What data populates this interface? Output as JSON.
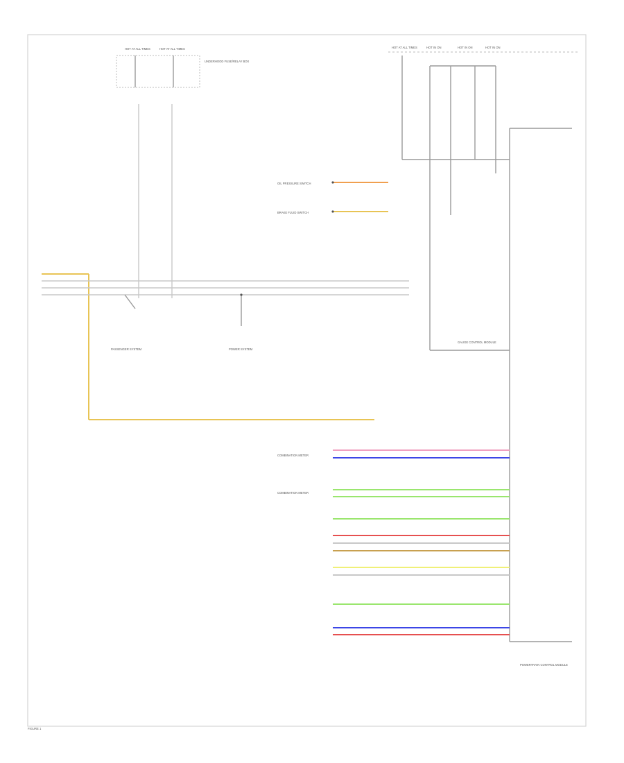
{
  "labels": {
    "fuse_a1": "HOT AT ALL TIMES",
    "fuse_a2": "HOT AT ALL TIMES",
    "fuse_junction": "UNDERHOOD FUSE/RELAY BOX",
    "fuse_b1": "HOT AT ALL TIMES",
    "fuse_b2": "HOT IN ON",
    "fuse_b3": "HOT IN ON",
    "fuse_b4": "HOT IN ON",
    "ecm_head": "POWERTRAIN CONTROL MODULE",
    "gauge_ctrl": "GAUGE CONTROL MODULE",
    "left_sys": "PASSENGER SYSTEM",
    "right_sys": "POWER SYSTEM",
    "sw_a": "OIL PRESSURE SWITCH",
    "sw_b": "BRAKE FLUID SWITCH",
    "combo1": "COMBINATION METER",
    "combo2": "COMBINATION METER",
    "ecu_ground": "FIGURE 1"
  },
  "colors": {
    "yellow": "#e8c455",
    "orange": "#f0a050",
    "pink": "#f0a0c0",
    "blue": "#3c46e6",
    "green": "#9ae66e",
    "red": "#e65050",
    "tan": "#c8a050",
    "lightyellow": "#f0f078",
    "wire": "#c8c8c8"
  }
}
